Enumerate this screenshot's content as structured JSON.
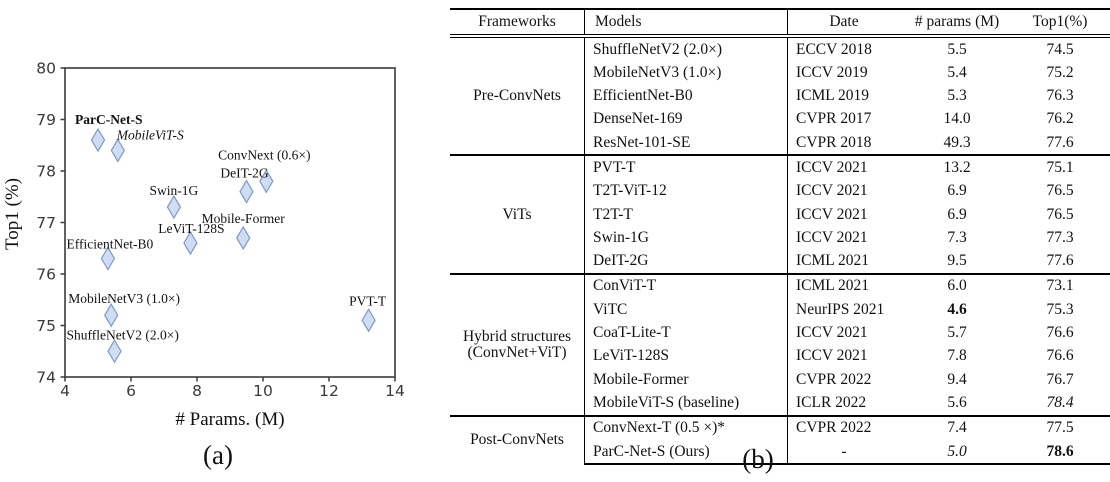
{
  "figure": {
    "caption_a": "(a)",
    "caption_b": "(b)"
  },
  "chart_data": {
    "type": "scatter",
    "title": "",
    "xlabel": "# Params. (M)",
    "ylabel": "Top1 (%)",
    "xlim": [
      4,
      14
    ],
    "ylim": [
      74,
      80
    ],
    "xticks": [
      "4",
      "6",
      "8",
      "10",
      "12",
      "14"
    ],
    "yticks": [
      "74",
      "75",
      "76",
      "77",
      "78",
      "79",
      "80"
    ],
    "grid": false,
    "legend": "none",
    "marker": {
      "shape": "thin-diamond",
      "fill": "#cfdcf1",
      "stroke": "#7d9aca"
    },
    "axis_color": "#3a3a3a",
    "points": [
      {
        "label": "ParC-Net-S",
        "x": 5.0,
        "y": 78.6,
        "bold": true,
        "italic": false,
        "anchor": "start",
        "ldx": -23,
        "ldy": -16
      },
      {
        "label": "MobileViT-S",
        "x": 5.6,
        "y": 78.4,
        "bold": false,
        "italic": true,
        "anchor": "start",
        "ldx": -1,
        "ldy": -11
      },
      {
        "label": "ConvNext (0.6×)",
        "x": 10.1,
        "y": 77.8,
        "bold": false,
        "italic": false,
        "anchor": "middle",
        "ldx": -2,
        "ldy": -22
      },
      {
        "label": "DeIT-2G",
        "x": 9.5,
        "y": 77.6,
        "bold": false,
        "italic": false,
        "anchor": "middle",
        "ldx": -2,
        "ldy": -14
      },
      {
        "label": "Swin-1G",
        "x": 7.3,
        "y": 77.3,
        "bold": false,
        "italic": false,
        "anchor": "middle",
        "ldx": 0,
        "ldy": -12
      },
      {
        "label": "Mobile-Former",
        "x": 9.4,
        "y": 76.7,
        "bold": false,
        "italic": false,
        "anchor": "middle",
        "ldx": 0,
        "ldy": -15
      },
      {
        "label": "LeViT-128S",
        "x": 7.8,
        "y": 76.6,
        "bold": false,
        "italic": false,
        "anchor": "middle",
        "ldx": 1,
        "ldy": -10
      },
      {
        "label": "EfficientNet-B0",
        "x": 5.3,
        "y": 76.3,
        "bold": false,
        "italic": false,
        "anchor": "middle",
        "ldx": 2,
        "ldy": -10
      },
      {
        "label": "MobileNetV3 (1.0×)",
        "x": 5.4,
        "y": 75.2,
        "bold": false,
        "italic": false,
        "anchor": "start",
        "ldx": -43,
        "ldy": -12
      },
      {
        "label": "ShuffleNetV2 (2.0×)",
        "x": 5.5,
        "y": 74.5,
        "bold": false,
        "italic": false,
        "anchor": "start",
        "ldx": -48,
        "ldy": -12
      },
      {
        "label": "PVT-T",
        "x": 13.2,
        "y": 75.1,
        "bold": false,
        "italic": false,
        "anchor": "middle",
        "ldx": -1,
        "ldy": -15
      }
    ]
  },
  "table": {
    "headers": [
      "Frameworks",
      "Models",
      "Date",
      "# params (M)",
      "Top1(%)"
    ],
    "sections": [
      {
        "framework": "Pre-ConvNets",
        "rows": [
          {
            "model": "ShuffleNetV2 (2.0×)",
            "date": "ECCV 2018",
            "params": "5.5",
            "top1": "74.5"
          },
          {
            "model": "MobileNetV3 (1.0×)",
            "date": "ICCV 2019",
            "params": "5.4",
            "top1": "75.2"
          },
          {
            "model": "EfficientNet-B0",
            "date": "ICML 2019",
            "params": "5.3",
            "top1": "76.3"
          },
          {
            "model": "DenseNet-169",
            "date": "CVPR 2017",
            "params": "14.0",
            "top1": "76.2"
          },
          {
            "model": "ResNet-101-SE",
            "date": "CVPR 2018",
            "params": "49.3",
            "top1": "77.6"
          }
        ]
      },
      {
        "framework": "ViTs",
        "rows": [
          {
            "model": "PVT-T",
            "date": "ICCV 2021",
            "params": "13.2",
            "top1": "75.1"
          },
          {
            "model": "T2T-ViT-12",
            "date": "ICCV 2021",
            "params": "6.9",
            "top1": "76.5"
          },
          {
            "model": "T2T-T",
            "date": "ICCV 2021",
            "params": "6.9",
            "top1": "76.5"
          },
          {
            "model": "Swin-1G",
            "date": "ICCV 2021",
            "params": "7.3",
            "top1": "77.3"
          },
          {
            "model": "DeIT-2G",
            "date": "ICML 2021",
            "params": "9.5",
            "top1": "77.6"
          }
        ]
      },
      {
        "framework": "Hybrid structures (ConvNet+ViT)",
        "rows": [
          {
            "model": "ConViT-T",
            "date": "ICML 2021",
            "params": "6.0",
            "top1": "73.1"
          },
          {
            "model": "ViTC",
            "date": "NeurIPS 2021",
            "params": "4.6",
            "top1": "75.3",
            "params_style": "bold"
          },
          {
            "model": "CoaT-Lite-T",
            "date": "ICCV 2021",
            "params": "5.7",
            "top1": "76.6"
          },
          {
            "model": "LeViT-128S",
            "date": "ICCV 2021",
            "params": "7.8",
            "top1": "76.6"
          },
          {
            "model": "Mobile-Former",
            "date": "CVPR 2022",
            "params": "9.4",
            "top1": "76.7"
          },
          {
            "model": "MobileViT-S (baseline)",
            "date": "ICLR 2022",
            "params": "5.6",
            "top1": "78.4",
            "top1_style": "italic"
          }
        ]
      },
      {
        "framework": "Post-ConvNets",
        "rows": [
          {
            "model": "ConvNext-T (0.5 ×)*",
            "date": "CVPR 2022",
            "params": "7.4",
            "top1": "77.5"
          },
          {
            "model": "ParC-Net-S  (Ours)",
            "date": "-",
            "params": "5.0",
            "top1": "78.6",
            "params_style": "italic",
            "top1_style": "bold"
          }
        ]
      }
    ]
  }
}
